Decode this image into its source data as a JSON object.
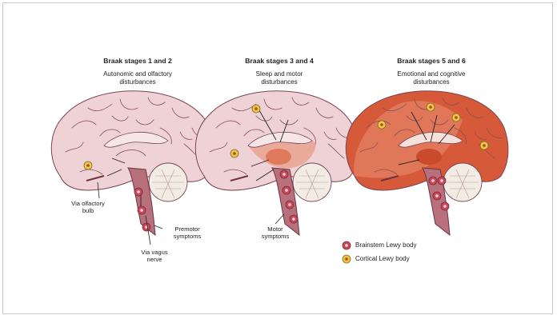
{
  "stages": [
    {
      "title": "Braak stages 1 and 2",
      "subtitle": "Autonomic and olfactory\ndisturbances"
    },
    {
      "title": "Braak stages 3 and 4",
      "subtitle": "Sleep and motor\ndisturbances"
    },
    {
      "title": "Braak stages 5 and 6",
      "subtitle": "Emotional and cognitive\ndisturbances"
    }
  ],
  "annotations": {
    "olfactory": "Via olfactory\nbulb",
    "vagus": "Via vagus\nnerve",
    "premotor": "Premotor\nsymptoms",
    "motor": "Motor\nsymptoms"
  },
  "legend": {
    "brainstem": "Brainstem Lewy body",
    "cortical": "Cortical Lewy body"
  },
  "colors": {
    "brain_base": "#eed2d6",
    "brain_shade": "#dcaeb6",
    "stem": "#b8707c",
    "lesion_light": "#e9a08a",
    "lesion_mid": "#e07a5c",
    "lesion_dark": "#d65a3a",
    "cerebellum": "#f3ece4",
    "lewy_brainstem": "#c9485b",
    "lewy_cortical": "#e8c84a"
  }
}
